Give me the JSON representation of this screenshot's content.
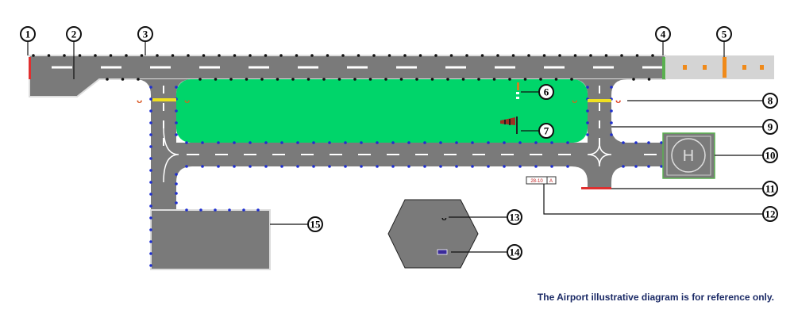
{
  "diagram": {
    "title": "Airport illustrative diagram",
    "callouts": [
      "1",
      "2",
      "3",
      "4",
      "5",
      "6",
      "7",
      "8",
      "9",
      "10",
      "11",
      "12",
      "13",
      "14",
      "15"
    ],
    "heliport_marking": "H",
    "sign_text": "28-10",
    "sign_letter": "A",
    "footer_note": "The Airport illustrative diagram is for reference only.",
    "colors": {
      "pavement": "#7a7a7a",
      "grass": "#00d56a",
      "approach_area": "#d2d2d2",
      "edge_light_taxi": "#1f2fd0",
      "edge_light_runway": "#111111",
      "stop_bar": "#e03030",
      "holding_light": "#f0e020",
      "accent_text": "#1b2a66"
    }
  }
}
